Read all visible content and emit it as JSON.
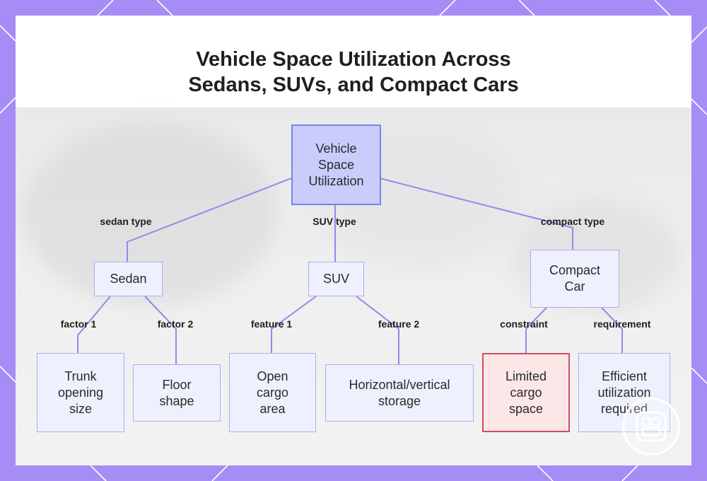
{
  "title": {
    "line1": "Vehicle Space Utilization Across",
    "line2": "Sedans, SUVs, and Compact Cars"
  },
  "nodes": {
    "root": "Vehicle Space Utilization",
    "sedan": "Sedan",
    "suv": "SUV",
    "compact": "Compact Car",
    "trunk": "Trunk opening size",
    "floor": "Floor shape",
    "cargo_area": "Open cargo area",
    "storage": "Horizontal/vertical storage",
    "limited": "Limited cargo space",
    "efficient": "Efficient utilization required"
  },
  "edge_labels": {
    "sedan_type": "sedan type",
    "suv_type": "SUV type",
    "compact_type": "compact type",
    "factor1": "factor 1",
    "factor2": "factor 2",
    "feature1": "feature 1",
    "feature2": "feature 2",
    "constraint": "constraint",
    "requirement": "requirement"
  },
  "colors": {
    "background": "#a68cf5",
    "connector": "#9a86e6",
    "root_fill": "#c9cdfb",
    "node_fill": "#eef0fd",
    "alert_border": "#cf4e5e"
  },
  "icons": {
    "badge": "app-grid-icon"
  }
}
